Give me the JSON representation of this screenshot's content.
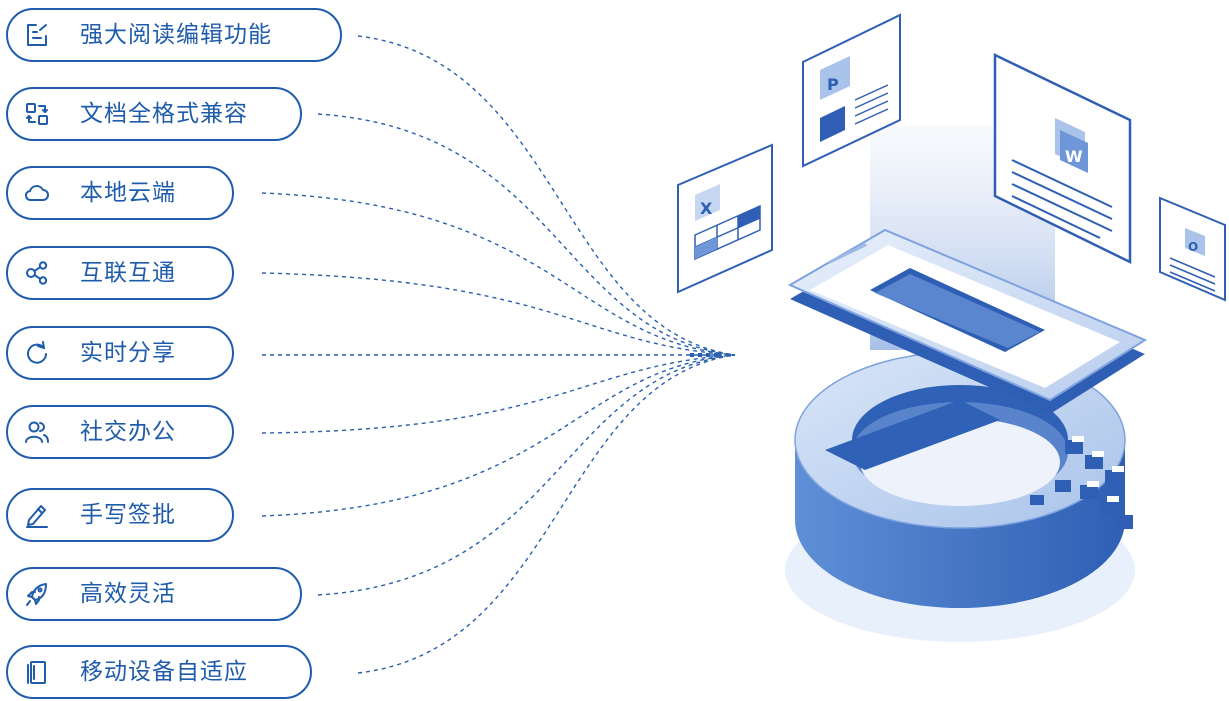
{
  "colors": {
    "accent": "#1f5cab",
    "line": "#2a5fae",
    "light_blue": "#cfe0f6",
    "mid_blue": "#6f96d8",
    "dark_blue": "#2e5fb4"
  },
  "features": [
    {
      "label": "强大阅读编辑功能",
      "icon": "edit-icon"
    },
    {
      "label": "文档全格式兼容",
      "icon": "format-convert-icon"
    },
    {
      "label": "本地云端",
      "icon": "cloud-icon"
    },
    {
      "label": "互联互通",
      "icon": "share-nodes-icon"
    },
    {
      "label": "实时分享",
      "icon": "refresh-icon"
    },
    {
      "label": "社交办公",
      "icon": "users-icon"
    },
    {
      "label": "手写签批",
      "icon": "pen-icon"
    },
    {
      "label": "高效灵活",
      "icon": "rocket-icon"
    },
    {
      "label": "移动设备自适应",
      "icon": "mobile-device-icon"
    }
  ],
  "illustration": {
    "doc_badges": [
      "X",
      "P",
      "W",
      "O"
    ]
  }
}
